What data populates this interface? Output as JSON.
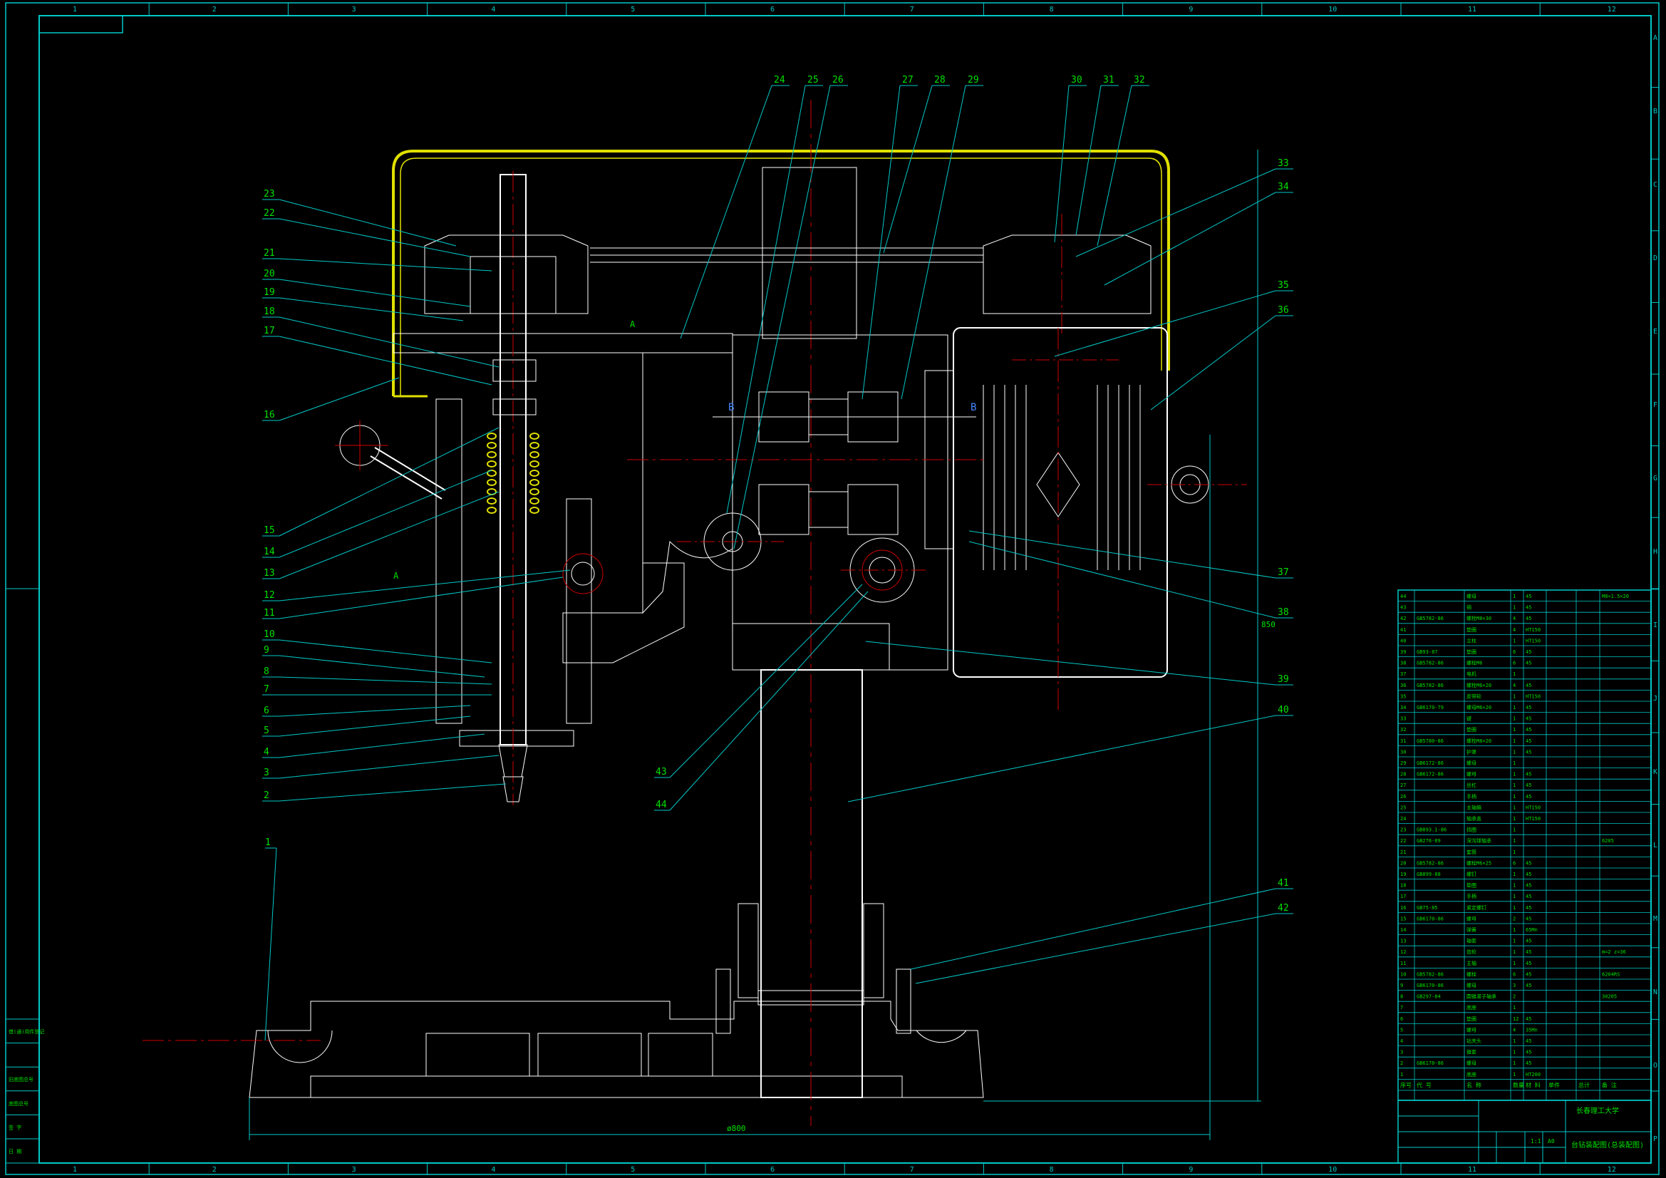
{
  "drawing": {
    "frame_columns": [
      "1",
      "2",
      "3",
      "4",
      "5",
      "6",
      "7",
      "8",
      "9",
      "10",
      "11",
      "12"
    ],
    "frame_rows": [
      "A",
      "B",
      "C",
      "D",
      "E",
      "F",
      "G",
      "H",
      "I",
      "J",
      "K",
      "L",
      "M",
      "N",
      "O",
      "P"
    ],
    "part_numbers_left": [
      "23",
      "22",
      "21",
      "20",
      "19",
      "18",
      "17",
      "16",
      "15",
      "14",
      "13",
      "12",
      "11",
      "10",
      "9",
      "8",
      "7",
      "6",
      "5",
      "4",
      "3",
      "2",
      "1"
    ],
    "part_numbers_top": [
      "24",
      "25",
      "26",
      "27",
      "28",
      "29",
      "30",
      "31",
      "32"
    ],
    "part_numbers_right": [
      "33",
      "34",
      "35",
      "36",
      "37",
      "38",
      "39",
      "40",
      "41",
      "42"
    ],
    "part_numbers_bottom": [
      "43",
      "44"
    ],
    "section_labels": {
      "b1": "B",
      "b2": "B",
      "a1": "A",
      "a2": "A"
    },
    "dimension_labels": {
      "width": "ø800",
      "height": "850"
    },
    "left_stamp_cells": [
      "借(通)用件登记",
      "",
      "旧底图总号",
      "底图总号",
      "签 字",
      "日 期"
    ],
    "title_block": {
      "school": "长春理工大学",
      "drawing_name": "台钻装配图(总装配图)",
      "scale": "1:1",
      "sheet": "A0"
    },
    "bom_header": [
      "序号",
      "代 号",
      "名 称",
      "数量",
      "材 料",
      "单件",
      "总计",
      "备 注"
    ],
    "bom_rows": [
      [
        "44",
        "",
        "螺母",
        "1",
        "45",
        "",
        "",
        "M8×1.5×20"
      ],
      [
        "43",
        "",
        "销",
        "1",
        "45",
        "",
        "",
        ""
      ],
      [
        "42",
        "GB5782-86",
        "螺栓M8×30",
        "4",
        "45",
        "",
        "",
        ""
      ],
      [
        "41",
        "",
        "垫圈",
        "4",
        "HT150",
        "",
        "",
        ""
      ],
      [
        "40",
        "",
        "立柱",
        "1",
        "HT150",
        "",
        "",
        ""
      ],
      [
        "39",
        "GB93-87",
        "垫圈",
        "6",
        "45",
        "",
        "",
        ""
      ],
      [
        "38",
        "GB5782-86",
        "螺栓M6",
        "6",
        "45",
        "",
        "",
        ""
      ],
      [
        "37",
        "",
        "电机",
        "1",
        "",
        "",
        "",
        ""
      ],
      [
        "36",
        "GB5782-86",
        "螺栓M6×20",
        "4",
        "45",
        "",
        "",
        ""
      ],
      [
        "35",
        "",
        "皮带轮",
        "1",
        "HT150",
        "",
        "",
        ""
      ],
      [
        "34",
        "GB6170-79",
        "螺母M6×20",
        "1",
        "45",
        "",
        "",
        ""
      ],
      [
        "33",
        "",
        "键",
        "1",
        "45",
        "",
        "",
        ""
      ],
      [
        "32",
        "",
        "垫圈",
        "1",
        "45",
        "",
        "",
        ""
      ],
      [
        "31",
        "GB5780-86",
        "螺栓M8×20",
        "1",
        "45",
        "",
        "",
        ""
      ],
      [
        "30",
        "",
        "护罩",
        "1",
        "45",
        "",
        "",
        ""
      ],
      [
        "29",
        "GB6172-86",
        "螺母",
        "1",
        "",
        "",
        "",
        ""
      ],
      [
        "28",
        "GB6172-86",
        "螺母",
        "1",
        "45",
        "",
        "",
        ""
      ],
      [
        "27",
        "",
        "丝杠",
        "1",
        "45",
        "",
        "",
        ""
      ],
      [
        "26",
        "",
        "手柄",
        "1",
        "45",
        "",
        "",
        ""
      ],
      [
        "25",
        "",
        "主轴箱",
        "1",
        "HT150",
        "",
        "",
        ""
      ],
      [
        "24",
        "",
        "轴承盖",
        "1",
        "HT150",
        "",
        "",
        ""
      ],
      [
        "23",
        "GB893.1-86",
        "挡圈",
        "1",
        "",
        "",
        "",
        ""
      ],
      [
        "22",
        "GB276-89",
        "深沟球轴承",
        "1",
        "",
        "",
        "",
        "6205"
      ],
      [
        "21",
        "",
        "套筒",
        "1",
        "",
        "",
        "",
        ""
      ],
      [
        "20",
        "GB5782-86",
        "螺栓M6×25",
        "6",
        "45",
        "",
        "",
        ""
      ],
      [
        "19",
        "GB899-88",
        "螺钉",
        "1",
        "45",
        "",
        "",
        ""
      ],
      [
        "18",
        "",
        "垫圈",
        "1",
        "45",
        "",
        "",
        ""
      ],
      [
        "17",
        "",
        "手柄",
        "1",
        "45",
        "",
        "",
        ""
      ],
      [
        "16",
        "GB75-85",
        "紧定螺钉",
        "1",
        "45",
        "",
        "",
        ""
      ],
      [
        "15",
        "GB6170-86",
        "螺母",
        "2",
        "45",
        "",
        "",
        ""
      ],
      [
        "14",
        "",
        "弹簧",
        "1",
        "65Mn",
        "",
        "",
        ""
      ],
      [
        "13",
        "",
        "轴套",
        "1",
        "45",
        "",
        "",
        ""
      ],
      [
        "12",
        "",
        "齿轮",
        "1",
        "45",
        "",
        "",
        "m=2 z=36"
      ],
      [
        "11",
        "",
        "主轴",
        "1",
        "45",
        "",
        "",
        ""
      ],
      [
        "10",
        "GB5782-86",
        "螺栓",
        "6",
        "45",
        "",
        "",
        "6204RS"
      ],
      [
        "9",
        "GB6170-86",
        "螺母",
        "3",
        "45",
        "",
        "",
        ""
      ],
      [
        "8",
        "GB297-84",
        "圆锥滚子轴承",
        "2",
        "",
        "",
        "",
        "30205"
      ],
      [
        "7",
        "",
        "底座",
        "1",
        "",
        "",
        "",
        ""
      ],
      [
        "6",
        "",
        "垫圈",
        "12",
        "45",
        "",
        "",
        ""
      ],
      [
        "5",
        "",
        "螺母",
        "4",
        "35Mn",
        "",
        "",
        ""
      ],
      [
        "4",
        "",
        "钻夹头",
        "1",
        "45",
        "",
        "",
        ""
      ],
      [
        "3",
        "",
        "锥套",
        "1",
        "45",
        "",
        "",
        ""
      ],
      [
        "2",
        "GB6170-86",
        "螺母",
        "1",
        "45",
        "",
        "",
        ""
      ],
      [
        "1",
        "",
        "底座",
        "1",
        "HT200",
        "",
        "",
        ""
      ]
    ]
  }
}
